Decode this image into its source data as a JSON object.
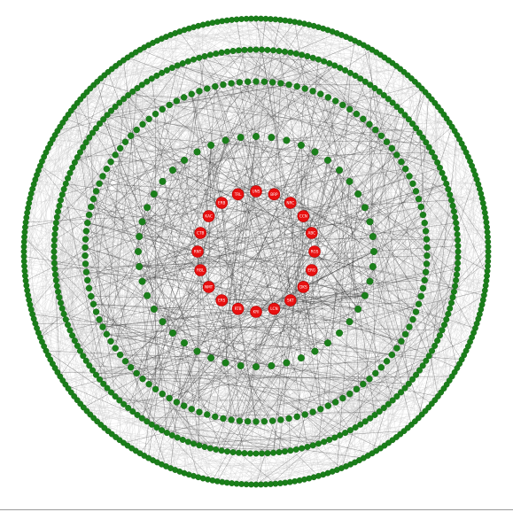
{
  "network": {
    "colors": {
      "background": "#ffffff",
      "peripheral_node": "#1a7f1a",
      "peripheral_node_stroke": "#0f5f0f",
      "core_node": "#e81010",
      "core_node_stroke": "#b00000",
      "edge_dark": "#3a3a3a",
      "edge_light": "#c8c8c8"
    },
    "rings": [
      {
        "name": "ring-1",
        "node_count": 48
      },
      {
        "name": "ring-2",
        "node_count": 130
      },
      {
        "name": "ring-3",
        "node_count": 220
      },
      {
        "name": "ring-4",
        "node_count": 300
      }
    ],
    "core_nodes": [
      {
        "label": "UNS"
      },
      {
        "label": "BRP"
      },
      {
        "label": "NRC"
      },
      {
        "label": "CCN"
      },
      {
        "label": "ABC"
      },
      {
        "label": "RGS"
      },
      {
        "label": "ERG"
      },
      {
        "label": "DKS"
      },
      {
        "label": "SKT"
      },
      {
        "label": "LCN"
      },
      {
        "label": "KRI"
      },
      {
        "label": "RTB"
      },
      {
        "label": "ERS"
      },
      {
        "label": "NMT"
      },
      {
        "label": "RBL"
      },
      {
        "label": "RNT"
      },
      {
        "label": "CTB"
      },
      {
        "label": "KAC"
      },
      {
        "label": "ERB"
      },
      {
        "label": "TRL"
      }
    ]
  }
}
